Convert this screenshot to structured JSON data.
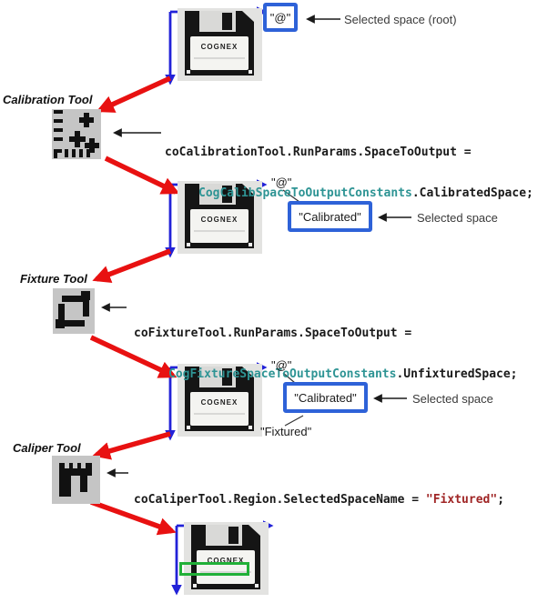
{
  "colors": {
    "axis_blue": "#2222d8",
    "selected_box_blue": "#2e62d8",
    "flow_arrow_red": "#e81111",
    "caliper_region_green": "#21b038",
    "code_class_teal": "#2e9494",
    "code_string_red": "#a02626",
    "icon_bg_gray": "#c5c5c5",
    "floppy_bg_gray": "#e3e3e1"
  },
  "floppy": {
    "brand": "COGNEX"
  },
  "root": {
    "space_label": "\"@\"",
    "annotation": "Selected space (root)"
  },
  "calibration": {
    "title": "Calibration Tool",
    "code_line1": "coCalibrationTool.RunParams.SpaceToOutput =",
    "code_line2_class": "CogCalibSpaceToOutputConstants",
    "code_line2_member": ".CalibratedSpace;"
  },
  "stage2": {
    "space_label": "\"@\"",
    "selected_space": "\"Calibrated\"",
    "annotation": "Selected space"
  },
  "fixture": {
    "title": "Fixture Tool",
    "code_line1": "coFixtureTool.RunParams.SpaceToOutput =",
    "code_line2_class": "CogFixtureSpaceToOutputConstants",
    "code_line2_member": ".UnfixturedSpace;"
  },
  "stage3": {
    "space_label": "\"@\"",
    "selected_space": "\"Calibrated\"",
    "secondary_space": "\"Fixtured\"",
    "annotation": "Selected space"
  },
  "caliper": {
    "title": "Caliper Tool",
    "code_pre": "coCaliperTool.Region.SelectedSpaceName = ",
    "code_string": "\"Fixtured\"",
    "code_post": ";"
  }
}
